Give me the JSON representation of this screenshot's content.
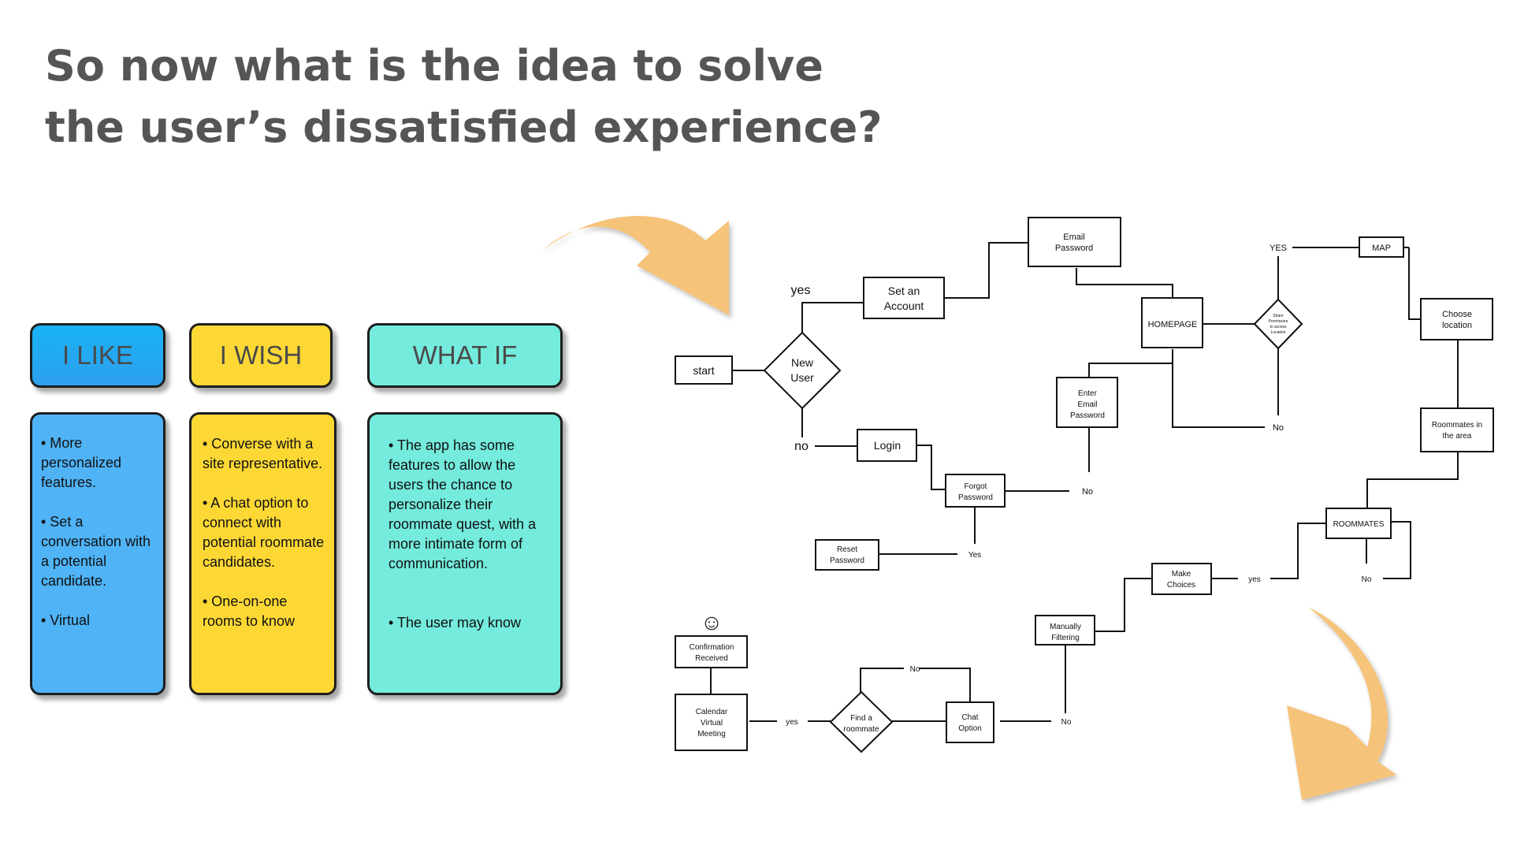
{
  "title": {
    "line1": "So now what is the idea to solve",
    "line2": "the user’s dissatisfied experience?"
  },
  "columns": [
    {
      "header": "I LIKE",
      "header_color": "#29b6f6",
      "card_color": "#4fb3f6",
      "items": [
        "• More personalized features.",
        "• Set a conversation with a potential candidate.",
        "• Virtual"
      ]
    },
    {
      "header": "I WISH",
      "header_color": "#fdd835",
      "card_color": "#fdd835",
      "items": [
        "• Converse with a site representative.",
        "• A chat option to connect with potential roommate candidates.",
        "• One-on-one rooms to know"
      ]
    },
    {
      "header": "WHAT IF",
      "header_color": "#74ebdc",
      "card_color": "#74ebdc",
      "items": [
        "• The app has some features to allow the users the chance to personalize their roommate quest, with a more intimate form of communication.",
        "• The user may know"
      ]
    }
  ],
  "flowchart": {
    "nodes": {
      "start": "start",
      "new_user_1": "New",
      "new_user_2": "User",
      "set_account_1": "Set an",
      "set_account_2": "Account",
      "email_password_1": "Email",
      "email_password_2": "Password",
      "homepage": "HOMEPAGE",
      "share_permission_1": "Share",
      "share_permission_2": "Permission",
      "share_permission_3": "to access",
      "share_permission_4": "Location",
      "map": "MAP",
      "choose_location_1": "Choose",
      "choose_location_2": "location",
      "enter_email_1": "Enter",
      "enter_email_2": "Email",
      "enter_email_3": "Password",
      "login": "Login",
      "forgot_password_1": "Forgot",
      "forgot_password_2": "Password",
      "reset_password_1": "Reset",
      "reset_password_2": "Password",
      "roommates_area_1": "Roommates in",
      "roommates_area_2": "the area",
      "roommates": "ROOMMATES",
      "make_choices_1": "Make",
      "make_choices_2": "Choices",
      "manually_filtering_1": "Manually",
      "manually_filtering_2": "Filtering",
      "chat_option_1": "Chat",
      "chat_option_2": "Option",
      "find_roommate_1": "Find a",
      "find_roommate_2": "roommate",
      "calendar_1": "Calendar",
      "calendar_2": "Virtual",
      "calendar_3": "Meeting",
      "confirmation_1": "Confirmation",
      "confirmation_2": "Received",
      "smiley": "☺"
    },
    "labels": {
      "yes_top": "yes",
      "no_left": "no",
      "yes_map": "YES",
      "no_share": "No",
      "no_enter": "No",
      "yes_forgot": "Yes",
      "no_roommates": "No",
      "yes_choices": "yes",
      "no_chat_top": "No",
      "no_chat_right": "No",
      "yes_calendar": "yes"
    }
  },
  "colors": {
    "title": "#555555",
    "arrow": "#f5c37a",
    "line": "#111111"
  }
}
